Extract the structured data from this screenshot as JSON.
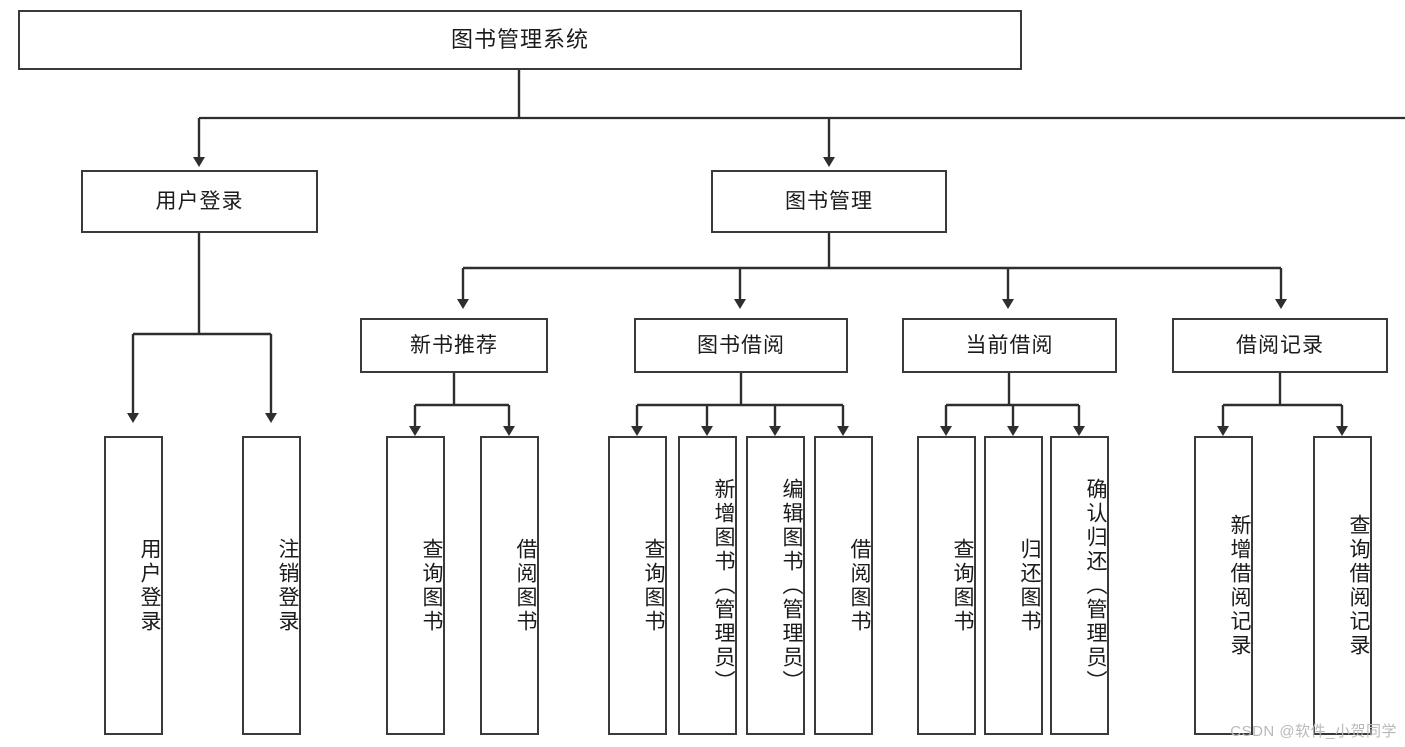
{
  "diagram": {
    "title": "图书管理系统",
    "type": "tree",
    "watermark": "CSDN @软件_小贺同学",
    "colors": {
      "stroke": "#3a3a3a",
      "fill": "#ffffff",
      "text": "#1b1b1b",
      "watermark": "#b9b9b9",
      "background": "#ffffff"
    },
    "levels": {
      "root": [
        "图书管理系统"
      ],
      "level2": [
        "用户登录",
        "图书管理"
      ],
      "level3": [
        "新书推荐",
        "图书借阅",
        "当前借阅",
        "借阅记录"
      ],
      "leaves": [
        "用户登录",
        "注销登录",
        "查询图书",
        "借阅图书",
        "查询图书",
        "新增图书（管理员）",
        "编辑图书（管理员）",
        "借阅图书",
        "查询图书",
        "归还图书",
        "确认归还（管理员）",
        "新增借阅记录",
        "查询借阅记录"
      ]
    },
    "nodes": {
      "root": {
        "label": "图书管理系统"
      },
      "user_login": {
        "label": "用户登录"
      },
      "book_mgmt": {
        "label": "图书管理"
      },
      "new_book_rec": {
        "label": "新书推荐"
      },
      "book_borrow": {
        "label": "图书借阅"
      },
      "current_borrow": {
        "label": "当前借阅"
      },
      "borrow_record": {
        "label": "借阅记录"
      },
      "leaf_user_login": {
        "label": "用户登录"
      },
      "leaf_logout": {
        "label": "注销登录"
      },
      "leaf_query_book_a": {
        "label": "查询图书"
      },
      "leaf_borrow_book_a": {
        "label": "借阅图书"
      },
      "leaf_query_book_b": {
        "label": "查询图书"
      },
      "leaf_add_book": {
        "label": "新增图书（管理员）"
      },
      "leaf_edit_book": {
        "label": "编辑图书（管理员）"
      },
      "leaf_borrow_book_b": {
        "label": "借阅图书"
      },
      "leaf_query_book_c": {
        "label": "查询图书"
      },
      "leaf_return_book": {
        "label": "归还图书"
      },
      "leaf_confirm_return": {
        "label": "确认归还（管理员）"
      },
      "leaf_add_record": {
        "label": "新增借阅记录"
      },
      "leaf_query_record": {
        "label": "查询借阅记录"
      }
    }
  }
}
